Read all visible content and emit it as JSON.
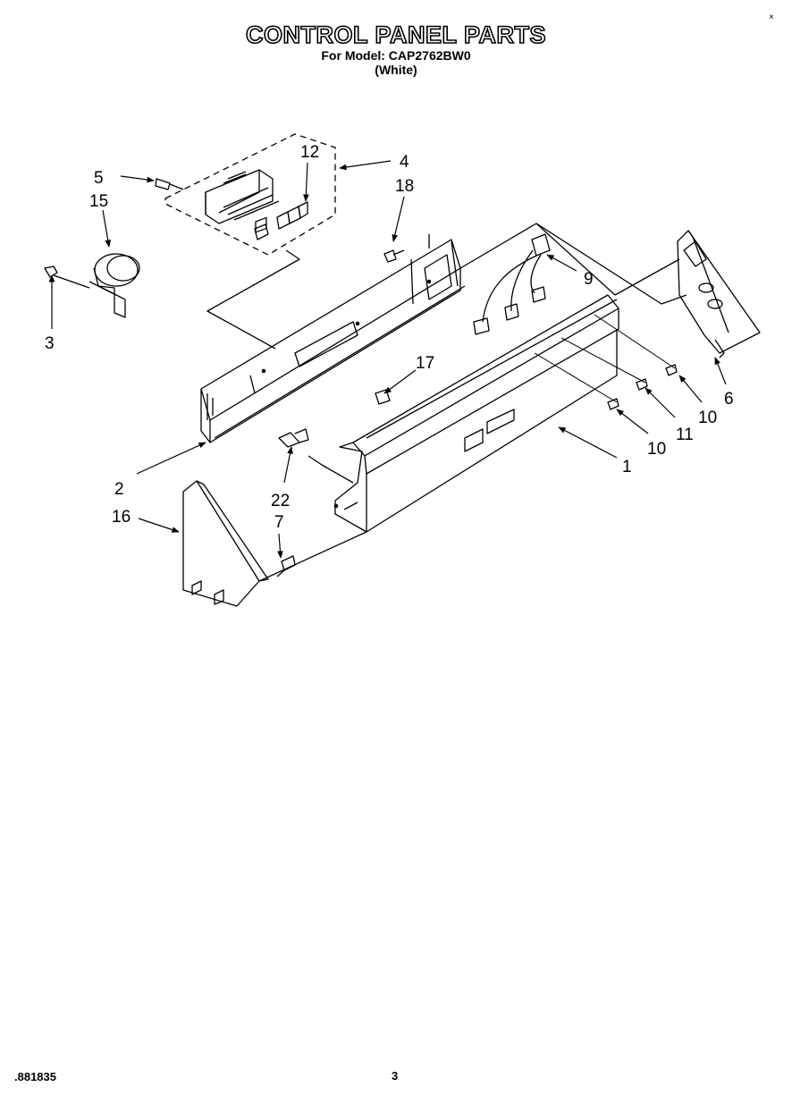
{
  "header": {
    "title": "CONTROL PANEL PARTS",
    "model": "For Model: CAP2762BW0",
    "color": "(White)",
    "corner_mark": "×"
  },
  "callouts": [
    {
      "id": "1",
      "label": "1"
    },
    {
      "id": "2",
      "label": "2"
    },
    {
      "id": "3",
      "label": "3"
    },
    {
      "id": "4",
      "label": "4"
    },
    {
      "id": "5",
      "label": "5"
    },
    {
      "id": "6",
      "label": "6"
    },
    {
      "id": "7",
      "label": "7"
    },
    {
      "id": "9",
      "label": "9"
    },
    {
      "id": "10a",
      "label": "10"
    },
    {
      "id": "10b",
      "label": "10"
    },
    {
      "id": "11",
      "label": "11"
    },
    {
      "id": "12",
      "label": "12"
    },
    {
      "id": "15",
      "label": "15"
    },
    {
      "id": "16",
      "label": "16"
    },
    {
      "id": "17",
      "label": "17"
    },
    {
      "id": "18",
      "label": "18"
    },
    {
      "id": "22",
      "label": "22"
    }
  ],
  "footer": {
    "doc_number": ".881835",
    "page_number": "3"
  }
}
